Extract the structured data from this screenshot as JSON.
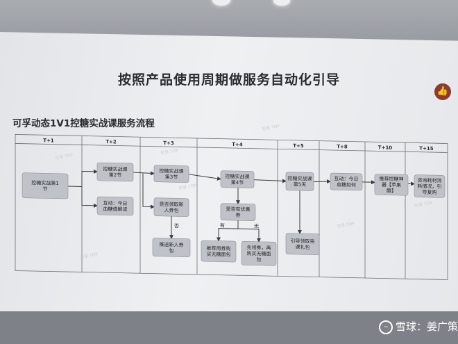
{
  "slide_title": "按照产品使用周期做服务自动化引导",
  "subtitle": "可孚动态1V1控糖实战课服务流程",
  "columns": [
    "T+1",
    "T+2",
    "T+3",
    "T+4",
    "T+5",
    "T+8",
    "T+10",
    "T+15"
  ],
  "nodes": {
    "n1": [
      "控糖实战第1",
      "节"
    ],
    "n2": [
      "控糖实战课",
      "第2节"
    ],
    "n3": [
      "互动：今日",
      "血糖值解读"
    ],
    "n4": [
      "控糖实战课",
      "第3节"
    ],
    "n5": [
      "是否领取新",
      "人券包"
    ],
    "n6": [
      "推送新人券",
      "包"
    ],
    "n7": [
      "控糖实战课",
      "第4节"
    ],
    "n8": [
      "是否有优惠",
      "券"
    ],
    "n9": [
      "推荐用券购",
      "买无糖面包"
    ],
    "n10": [
      "先领券，再",
      "购买无糖面",
      "包"
    ],
    "n11": [
      "控糖实战课",
      "第5天"
    ],
    "n12": [
      "引导领取完",
      "课礼包"
    ],
    "n13": [
      "互动：今日",
      "血糖如何"
    ],
    "n14": [
      "推荐控糖神",
      "器【苹果",
      "醋】"
    ],
    "n15": [
      "咨询耗材消",
      "耗情况，引",
      "导复购"
    ]
  },
  "edge_labels": {
    "no_coupon_pack": "否",
    "has_coupon": "有",
    "no_coupon": "无"
  },
  "watermark_text": "可孚 TOP",
  "footer": {
    "logo_icon": "xueqiu-logo-icon",
    "brand": "雪球：姜广策"
  },
  "like_icon": "thumbs-up-icon",
  "colors": {
    "node_fill": "#bfc3c9",
    "line": "#3a3a40",
    "accent": "#8d3b2d"
  }
}
